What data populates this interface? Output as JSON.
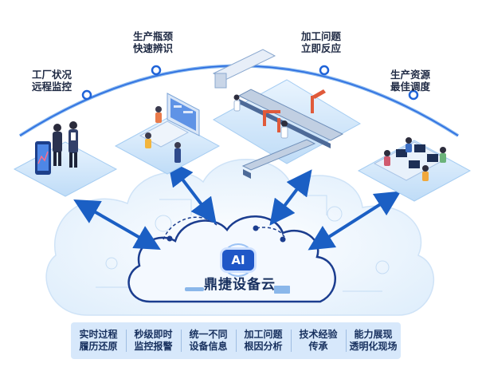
{
  "scenes": [
    {
      "id": "remote",
      "line1": "工厂状况",
      "line2": "远程监控"
    },
    {
      "id": "bottleneck",
      "line1": "生产瓶颈",
      "line2": "快速辨识"
    },
    {
      "id": "response",
      "line1": "加工问题",
      "line2": "立即反应"
    },
    {
      "id": "scheduling",
      "line1": "生产资源",
      "line2": "最佳调度"
    }
  ],
  "cloud": {
    "badge": "AI",
    "title": "鼎捷设备云"
  },
  "features": [
    {
      "line1": "实时过程",
      "line2": "履历还原"
    },
    {
      "line1": "秒级即时",
      "line2": "监控报警"
    },
    {
      "line1": "统一不同",
      "line2": "设备信息"
    },
    {
      "line1": "加工问题",
      "line2": "根因分析"
    },
    {
      "line1": "技术经验",
      "line2": "传承"
    },
    {
      "line1": "能力展现",
      "line2": "透明化现场"
    }
  ],
  "colors": {
    "arc": "#1f63d8",
    "arrow": "#1b5fc4",
    "cloud_fill": "#e7f2fd",
    "cloud_stroke": "#1b3d8f",
    "platform": "#cfe6fb",
    "accent": "#1f57c7"
  }
}
